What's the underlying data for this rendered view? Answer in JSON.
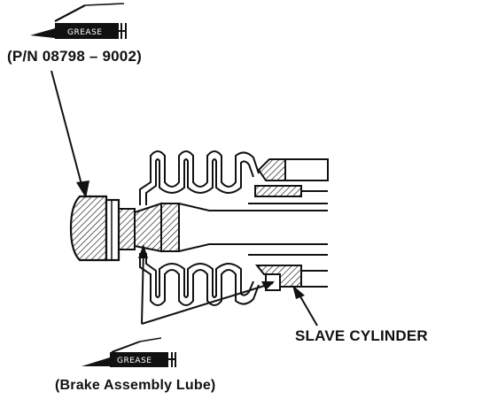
{
  "labels": {
    "part_number": "(P/N 08798 – 9002)",
    "slave_cylinder": "SLAVE CYLINDER",
    "brake_lube": "(Brake Assembly Lube)"
  },
  "grease_tubes": {
    "top_label": "GREASE",
    "bottom_label": "GREASE"
  },
  "colors": {
    "ink": "#111111",
    "paper": "#ffffff"
  }
}
